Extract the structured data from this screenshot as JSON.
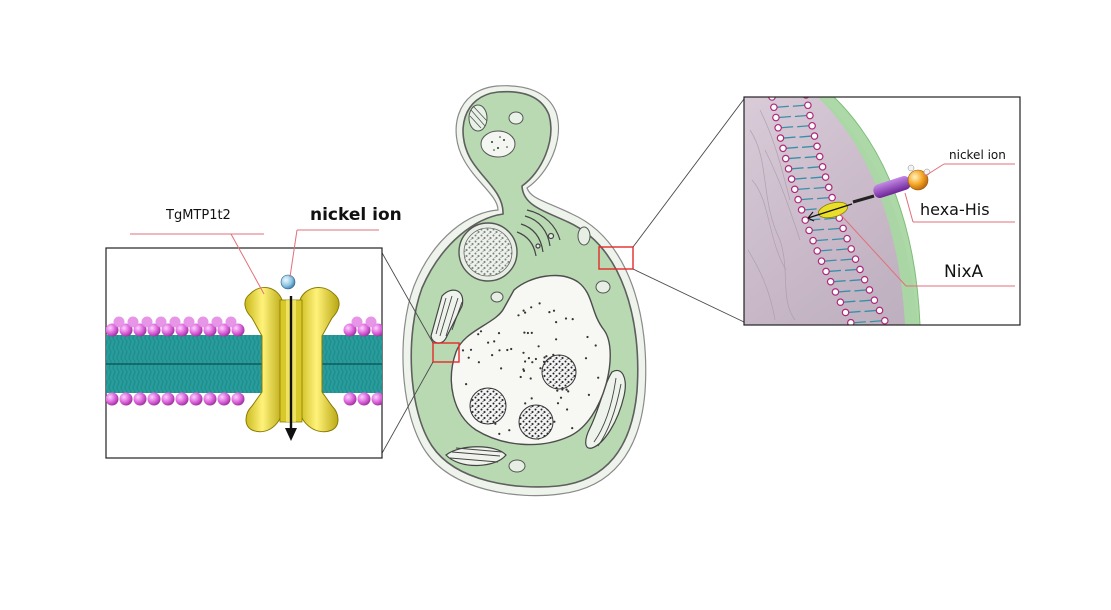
{
  "labels": {
    "transporter": "TgMTP1t2",
    "nickel_ion_left": "nickel ion",
    "nickel_ion_right": "nickel ion",
    "hexa_his": "hexa-His",
    "nixa": "NixA"
  },
  "colors": {
    "cytoplasm": "#b9d9b3",
    "cell_outline": "#6b6b6b",
    "nucleus": "#f7f7f4",
    "lipid_head": "#dd66dd",
    "lipid_tail": "#2fb7b7",
    "transporter": "#e9df2b",
    "nickel_ion_left": "#8ec6e6",
    "nickel_ion_right": "#f2a12a",
    "his_tag": "#9a45c9",
    "callout_line": "#e0707a",
    "highlight_box": "#e52a2a",
    "zoom_line": "#555555"
  }
}
